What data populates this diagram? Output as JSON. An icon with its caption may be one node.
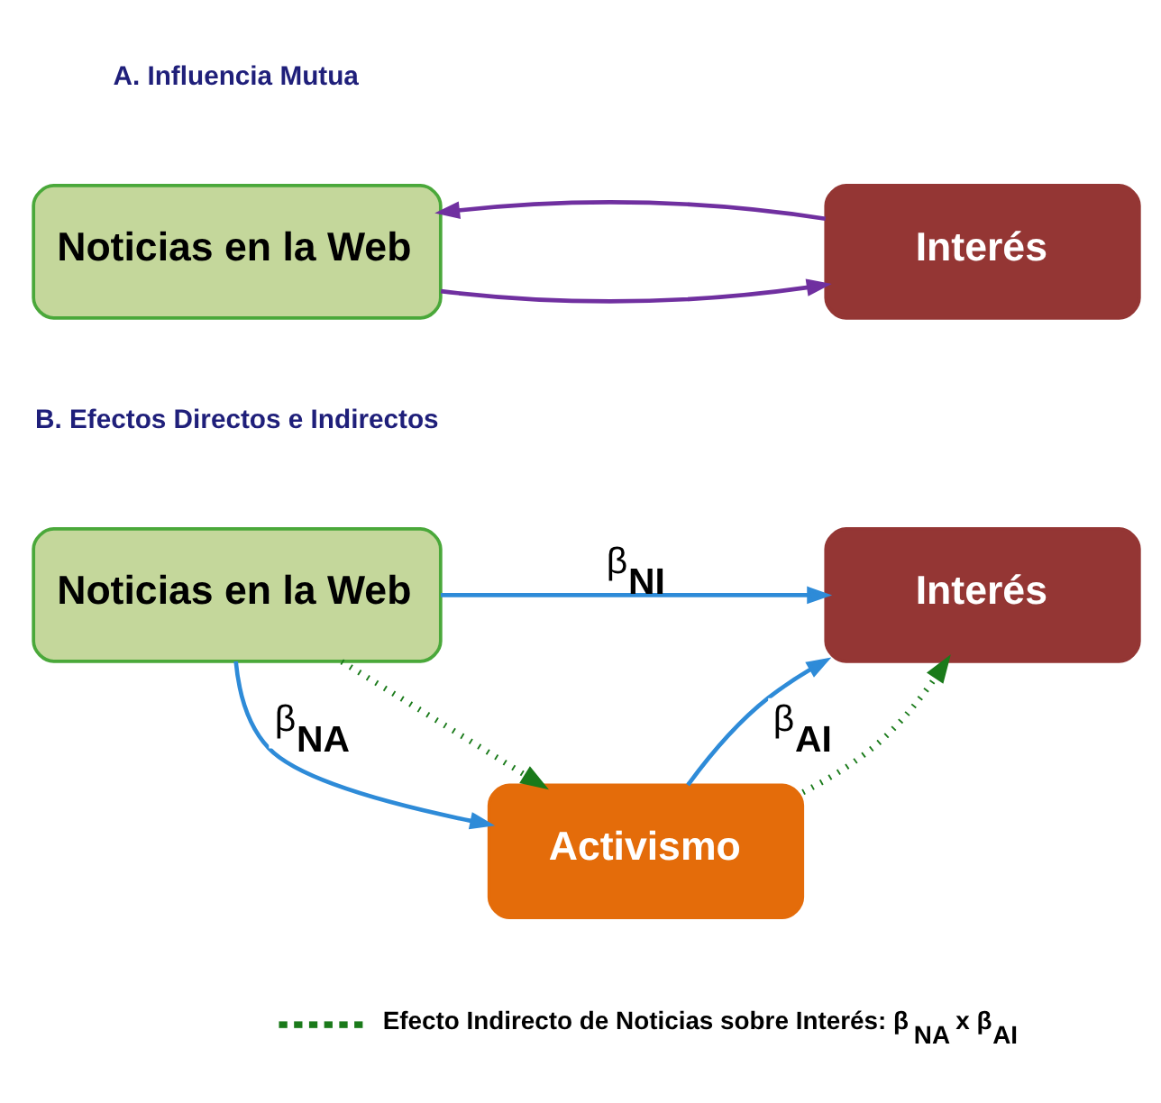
{
  "diagram": {
    "nodes": [
      {
        "text": [
          "Noticias en la Web"
        ]
      },
      {
        "text": [
          "Interés"
        ]
      },
      {
        "text": [
          "Noticias en la Web"
        ]
      },
      {
        "text": [
          "Interés"
        ]
      },
      {
        "text": [
          "Activismo"
        ]
      }
    ],
    "edges": [
      {
        "from": 0,
        "to": 1,
        "arrow": "to",
        "color": "#7030a0"
      },
      {
        "from": 1,
        "to": 0,
        "arrow": "to",
        "color": "#7030a0"
      },
      {
        "from": 2,
        "to": 3,
        "arrow": "to",
        "label": "β$_{NI}$"
      },
      {
        "from": 2,
        "to": 4,
        "arrow": "to",
        "label": "β$_{NA}$"
      },
      {
        "from": 4,
        "to": 3,
        "arrow": "to",
        "label": "β$_{AI}$"
      },
      {
        "from": 2,
        "to": 4,
        "arrow": "to",
        "style": "dashed",
        "color": "#1a7a1a"
      },
      {
        "from": 4,
        "to": 3,
        "arrow": "to",
        "style": "dashed",
        "color": "#1a7a1a"
      }
    ],
    "labels": [
      "A. Influencia Mutua",
      "B. Efectos Directos e Indirectos"
    ],
    "legend": [
      {
        "text": "Efecto Indirecto de Noticias sobre Interés: β$_{NA}$ x β$_{AI}$"
      }
    ]
  }
}
